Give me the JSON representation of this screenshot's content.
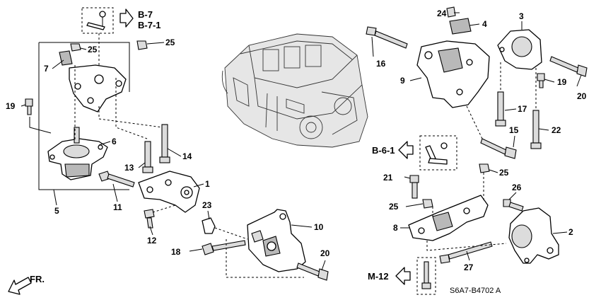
{
  "refs": {
    "b7": "B-7",
    "b71": "B-7-1",
    "b61": "B-6-1",
    "m12": "M-12",
    "fr": "FR."
  },
  "part_code": "S6A7-B4702 A",
  "callouts": {
    "n1": "1",
    "n2": "2",
    "n3": "3",
    "n4": "4",
    "n5": "5",
    "n6": "6",
    "n7": "7",
    "n8": "8",
    "n9": "9",
    "n10": "10",
    "n11": "11",
    "n12": "12",
    "n13": "13",
    "n14": "14",
    "n15": "15",
    "n16": "16",
    "n17": "17",
    "n18": "18",
    "n19a": "19",
    "n19b": "19",
    "n20a": "20",
    "n20b": "20",
    "n21": "21",
    "n22": "22",
    "n23": "23",
    "n24": "24",
    "n25a": "25",
    "n25b": "25",
    "n25c": "25",
    "n25d": "25",
    "n26": "26",
    "n27": "27"
  }
}
